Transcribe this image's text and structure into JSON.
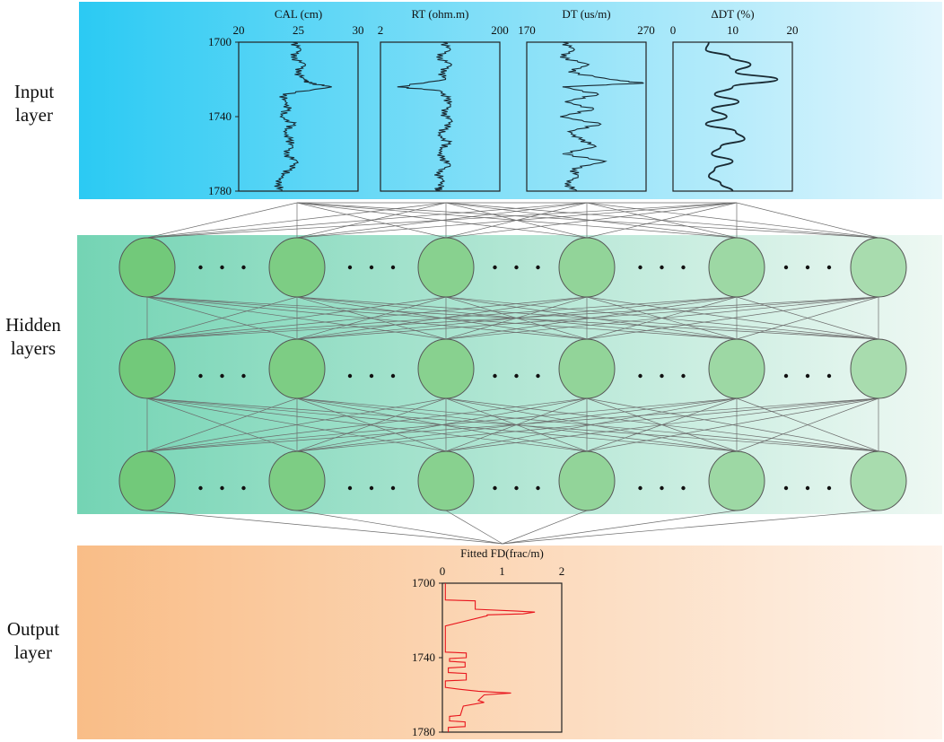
{
  "labels": {
    "input": [
      "Input",
      "layer"
    ],
    "hidden": [
      "Hidden",
      "layers"
    ],
    "output": [
      "Output",
      "layer"
    ]
  },
  "colors": {
    "input_band_start": "#2bcaf3",
    "input_band_end": "#e3f6fd",
    "hidden_band_start": "#74d4b4",
    "hidden_band_end": "#eef8f3",
    "output_band_start": "#f9bd87",
    "output_band_end": "#fef3ea",
    "node_fill_start": "#72c97a",
    "node_fill_end": "#a8dcae",
    "curve": "#1a2a33",
    "output_curve": "#e8141c"
  },
  "network": {
    "input_nodes": 4,
    "hidden_layers": 3,
    "nodes_per_hidden_layer": 6,
    "output_nodes": 1,
    "ellipsis": "• • •"
  },
  "chart_data": [
    {
      "type": "line",
      "title": "CAL (cm)",
      "xlim": [
        20,
        30
      ],
      "xticks": [
        "20",
        "25",
        "30"
      ],
      "ylim": [
        1700,
        1780
      ],
      "yticks": [
        "1700",
        "1740",
        "1780"
      ],
      "depth": [
        1700,
        1704,
        1708,
        1712,
        1716,
        1720,
        1722,
        1724,
        1728,
        1732,
        1736,
        1740,
        1744,
        1748,
        1752,
        1756,
        1760,
        1764,
        1768,
        1772,
        1776,
        1780
      ],
      "values": [
        24.5,
        25.2,
        24.4,
        25.6,
        24.8,
        25.5,
        25.9,
        27.8,
        23.7,
        23.9,
        24.1,
        23.5,
        24.6,
        23.8,
        24.2,
        24.5,
        23.8,
        24.9,
        24.3,
        23.6,
        23.2,
        23.6
      ]
    },
    {
      "type": "line",
      "title": "RT (ohm.m)",
      "xlim": [
        2,
        200
      ],
      "xticks": [
        "2",
        "200"
      ],
      "ylim": [
        1700,
        1780
      ],
      "yticks": [],
      "depth": [
        1700,
        1704,
        1708,
        1712,
        1716,
        1720,
        1724,
        1726,
        1730,
        1734,
        1738,
        1742,
        1746,
        1750,
        1754,
        1758,
        1762,
        1766,
        1770,
        1774,
        1778,
        1780
      ],
      "values": [
        105,
        118,
        95,
        120,
        102,
        110,
        30,
        100,
        112,
        118,
        104,
        120,
        110,
        98,
        115,
        100,
        102,
        118,
        95,
        105,
        100,
        96
      ]
    },
    {
      "type": "line",
      "title": "DT (us/m)",
      "xlim": [
        170,
        270
      ],
      "xticks": [
        "170",
        "270"
      ],
      "ylim": [
        1700,
        1780
      ],
      "yticks": [],
      "depth": [
        1700,
        1704,
        1708,
        1712,
        1716,
        1720,
        1722,
        1724,
        1728,
        1732,
        1736,
        1740,
        1744,
        1748,
        1752,
        1756,
        1760,
        1764,
        1768,
        1772,
        1776,
        1780
      ],
      "values": [
        200,
        210,
        198,
        222,
        205,
        240,
        268,
        200,
        230,
        202,
        226,
        198,
        232,
        205,
        214,
        228,
        200,
        236,
        208,
        213,
        202,
        212
      ]
    },
    {
      "type": "line",
      "title": "ΔDT (%)",
      "xlim": [
        0,
        20
      ],
      "xticks": [
        "0",
        "10",
        "20"
      ],
      "ylim": [
        1700,
        1780
      ],
      "yticks": [],
      "depth": [
        1700,
        1704,
        1708,
        1712,
        1716,
        1720,
        1724,
        1728,
        1732,
        1736,
        1740,
        1744,
        1748,
        1752,
        1756,
        1760,
        1764,
        1768,
        1772,
        1776,
        1780
      ],
      "values": [
        6,
        5.5,
        9.5,
        13,
        10.5,
        17.5,
        10,
        7,
        11,
        6.5,
        9,
        5.5,
        10.5,
        12,
        8,
        6.5,
        10,
        7,
        6,
        8,
        10
      ]
    },
    {
      "type": "line",
      "title": "Fitted FD(frac/m)",
      "xlim": [
        0,
        2
      ],
      "xticks": [
        "0",
        "1",
        "2"
      ],
      "ylim": [
        1700,
        1780
      ],
      "yticks": [
        "1700",
        "1740",
        "1780"
      ],
      "depth": [
        1700,
        1709,
        1709.5,
        1714,
        1715,
        1715.5,
        1716.5,
        1717,
        1717.5,
        1723,
        1723.5,
        1737,
        1737.5,
        1740,
        1740.5,
        1742,
        1742.5,
        1745,
        1745.5,
        1748,
        1748.5,
        1752,
        1752.5,
        1756,
        1757,
        1758,
        1759,
        1760,
        1763,
        1764,
        1766,
        1771,
        1771.5,
        1774,
        1774.5,
        1777,
        1777.5,
        1780
      ],
      "values": [
        0.05,
        0.05,
        0.55,
        0.55,
        1.25,
        1.55,
        1.35,
        0.75,
        0.75,
        0.05,
        0.05,
        0.05,
        0.4,
        0.4,
        0.12,
        0.12,
        0.38,
        0.38,
        0.1,
        0.1,
        0.4,
        0.4,
        0.05,
        0.05,
        0.3,
        0.6,
        1.15,
        0.7,
        0.6,
        0.7,
        0.35,
        0.3,
        0.12,
        0.12,
        0.38,
        0.38,
        0.1,
        0.1
      ]
    }
  ]
}
